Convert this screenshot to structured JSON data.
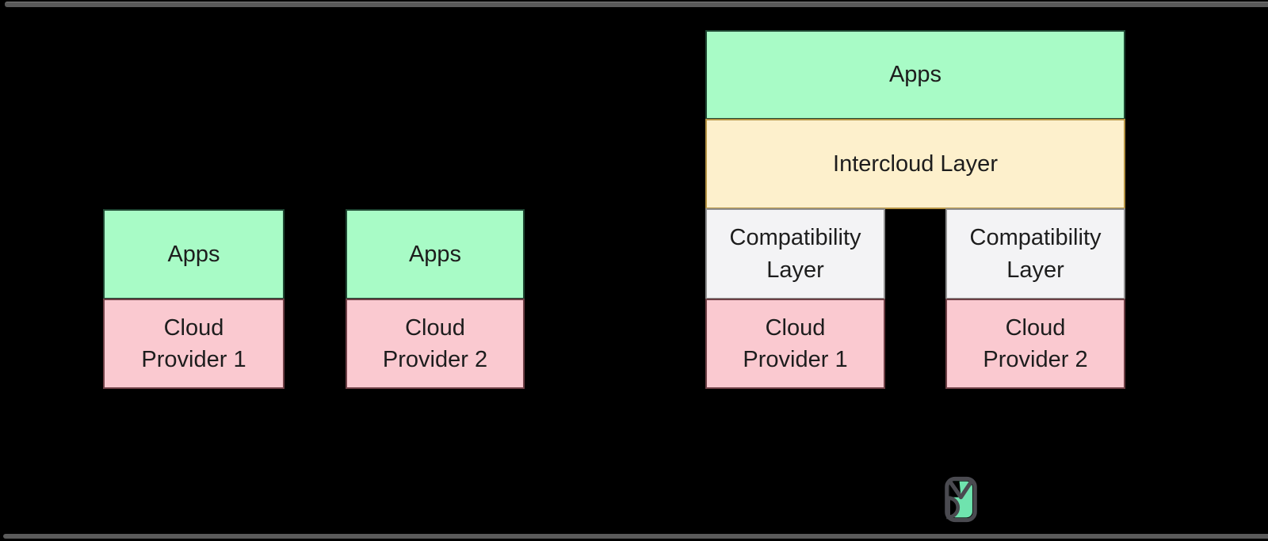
{
  "page": {
    "background": "#000000",
    "frame_bar_color": "#5a5a5a"
  },
  "colors": {
    "apps_fill": "#a8fbc6",
    "apps_border": "#1f4733",
    "intercloud_fill": "#fdf0cc",
    "intercloud_border": "#b59344",
    "compatibility_fill": "#f3f3f5",
    "compatibility_border": "#8f8f8f",
    "provider_fill": "#fac9d0",
    "provider_border": "#6e4046",
    "text": "#1d1d1d",
    "logo_outline": "#4a4a50",
    "logo_accent": "#6fe3ae"
  },
  "diagram": {
    "separate_stacks": [
      {
        "apps_label": "Apps",
        "provider_label": "Cloud\nProvider 1"
      },
      {
        "apps_label": "Apps",
        "provider_label": "Cloud\nProvider 2"
      }
    ],
    "intercloud_stack": {
      "apps_label": "Apps",
      "intercloud_label": "Intercloud Layer",
      "compat_labels": [
        "Compatibility\nLayer",
        "Compatibility\nLayer"
      ],
      "provider_labels": [
        "Cloud\nProvider 1",
        "Cloud\nProvider 2"
      ]
    }
  },
  "logo": {
    "name": "daily-dev-logo"
  }
}
